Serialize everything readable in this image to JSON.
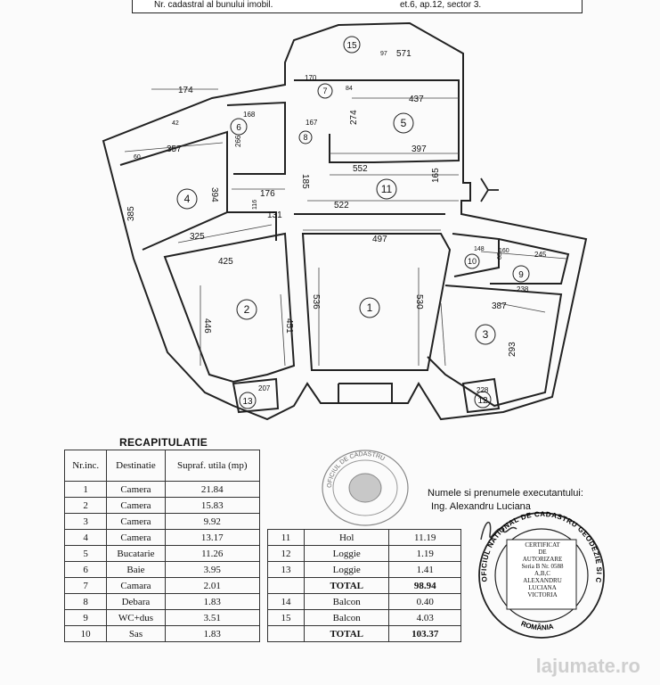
{
  "header": {
    "cadastral_label": "Nr. cadastral al bunului imobil.",
    "address_suffix": "et.6, ap.12, sector 3."
  },
  "plan": {
    "room_numbers": [
      "1",
      "2",
      "3",
      "4",
      "5",
      "6",
      "7",
      "8",
      "9",
      "10",
      "11",
      "12",
      "13",
      "15"
    ],
    "dimensions": [
      "174",
      "357",
      "394",
      "385",
      "325",
      "425",
      "446",
      "451",
      "536",
      "530",
      "497",
      "522",
      "552",
      "176",
      "131",
      "185",
      "165",
      "397",
      "437",
      "274",
      "571",
      "170",
      "167",
      "168",
      "266",
      "207",
      "387",
      "293",
      "228",
      "245",
      "238",
      "60",
      "148",
      "160",
      "63",
      "84",
      "42",
      "97",
      "116"
    ]
  },
  "recap": {
    "title": "RECAPITULATIE",
    "columns": [
      "Nr.inc.",
      "Destinatie",
      "Supraf. utila (mp)"
    ],
    "rows": [
      {
        "nr": "1",
        "dest": "Camera",
        "supr": "21.84"
      },
      {
        "nr": "2",
        "dest": "Camera",
        "supr": "15.83"
      },
      {
        "nr": "3",
        "dest": "Camera",
        "supr": "9.92"
      },
      {
        "nr": "4",
        "dest": "Camera",
        "supr": "13.17"
      },
      {
        "nr": "5",
        "dest": "Bucatarie",
        "supr": "11.26"
      },
      {
        "nr": "6",
        "dest": "Baie",
        "supr": "3.95"
      },
      {
        "nr": "7",
        "dest": "Camara",
        "supr": "2.01"
      },
      {
        "nr": "8",
        "dest": "Debara",
        "supr": "1.83"
      },
      {
        "nr": "9",
        "dest": "WC+dus",
        "supr": "3.51"
      },
      {
        "nr": "10",
        "dest": "Sas",
        "supr": "1.83"
      }
    ],
    "rows2": [
      {
        "nr": "11",
        "dest": "Hol",
        "supr": "11.19"
      },
      {
        "nr": "12",
        "dest": "Loggie",
        "supr": "1.19"
      },
      {
        "nr": "13",
        "dest": "Loggie",
        "supr": "1.41"
      },
      {
        "nr": "",
        "dest": "TOTAL",
        "supr": "98.94",
        "bold": true
      },
      {
        "nr": "14",
        "dest": "Balcon",
        "supr": "0.40"
      },
      {
        "nr": "15",
        "dest": "Balcon",
        "supr": "4.03"
      },
      {
        "nr": "",
        "dest": "TOTAL",
        "supr": "103.37",
        "bold": true
      }
    ]
  },
  "executant": {
    "label": "Numele si prenumele executantului:",
    "name": "Ing. Alexandru Luciana"
  },
  "stamp_left": {
    "text": "OFICIUL DE CADASTRU"
  },
  "stamp_right": {
    "ring_text": "OFICIUL NATIONAL DE CADASTRU GEODEZIE SI CARTOGRAFIE",
    "cert_line1": "CERTIFICAT",
    "cert_line2": "DE",
    "cert_line3": "AUTORIZARE",
    "cert_line4": "Seria B Nr. 0588",
    "cert_line5": "A,B,C",
    "cert_line6": "ALEXANDRU",
    "cert_line7": "LUCIANA",
    "cert_line8": "VICTORIA",
    "country": "ROMÂNIA"
  },
  "watermark": "lajumate.ro"
}
